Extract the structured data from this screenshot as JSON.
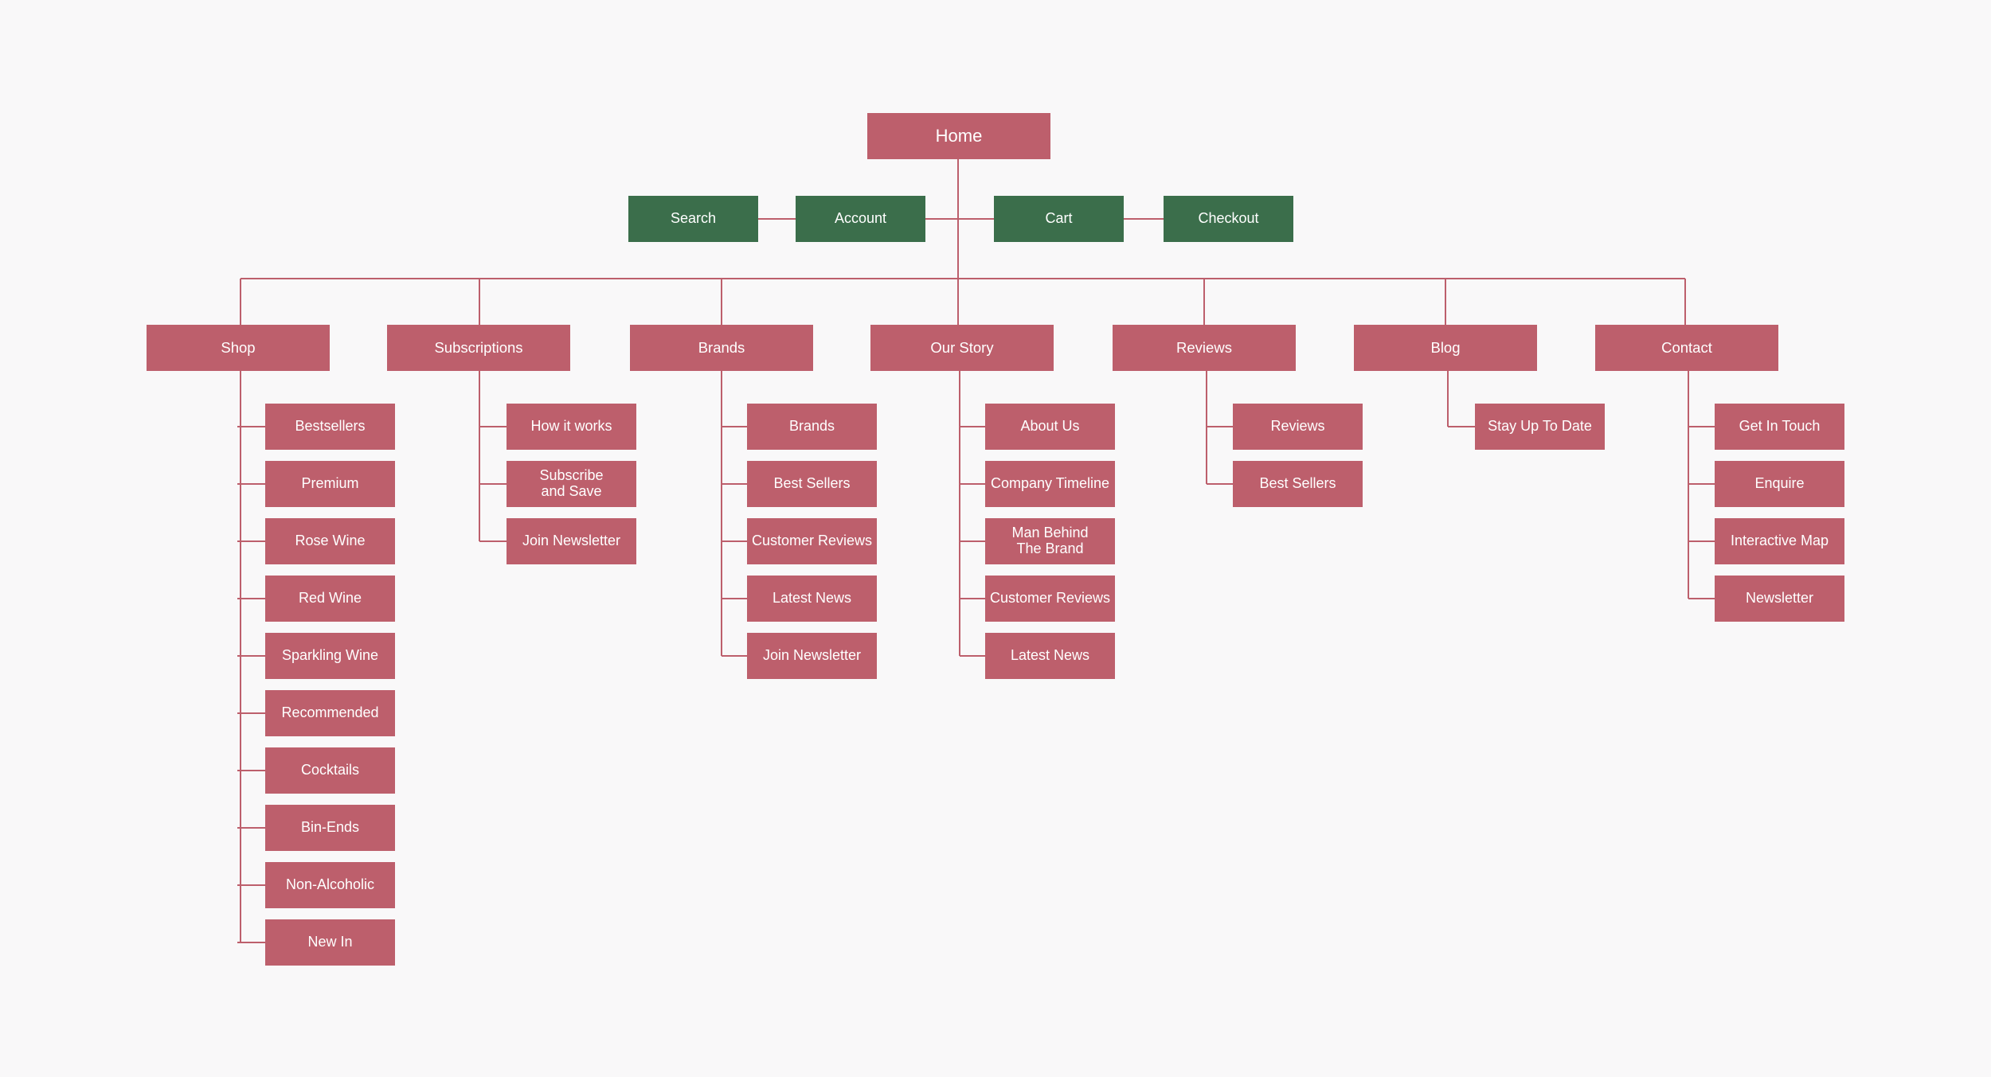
{
  "colors": {
    "page_bg": "#f9f8f9",
    "node": "#bd5f6c",
    "utility": "#3b6e4b",
    "line": "#bd5f6c",
    "text": "#ffffff"
  },
  "sitemap": {
    "root": "Home",
    "utility": [
      "Search",
      "Account",
      "Cart",
      "Checkout"
    ],
    "sections": [
      {
        "label": "Shop",
        "children": [
          "Bestsellers",
          "Premium",
          "Rose Wine",
          "Red Wine",
          "Sparkling Wine",
          "Recommended",
          "Cocktails",
          "Bin-Ends",
          "Non-Alcoholic",
          "New In"
        ]
      },
      {
        "label": "Subscriptions",
        "children": [
          "How it works",
          "Subscribe\nand Save",
          "Join Newsletter"
        ]
      },
      {
        "label": "Brands",
        "children": [
          "Brands",
          "Best Sellers",
          "Customer Reviews",
          "Latest News",
          "Join Newsletter"
        ]
      },
      {
        "label": "Our Story",
        "children": [
          "About Us",
          "Company Timeline",
          "Man Behind\nThe Brand",
          "Customer Reviews",
          "Latest News"
        ]
      },
      {
        "label": "Reviews",
        "children": [
          "Reviews",
          "Best Sellers"
        ]
      },
      {
        "label": "Blog",
        "children": [
          "Stay Up To Date"
        ]
      },
      {
        "label": "Contact",
        "children": [
          "Get In Touch",
          "Enquire",
          "Interactive Map",
          "Newsletter"
        ]
      }
    ]
  }
}
